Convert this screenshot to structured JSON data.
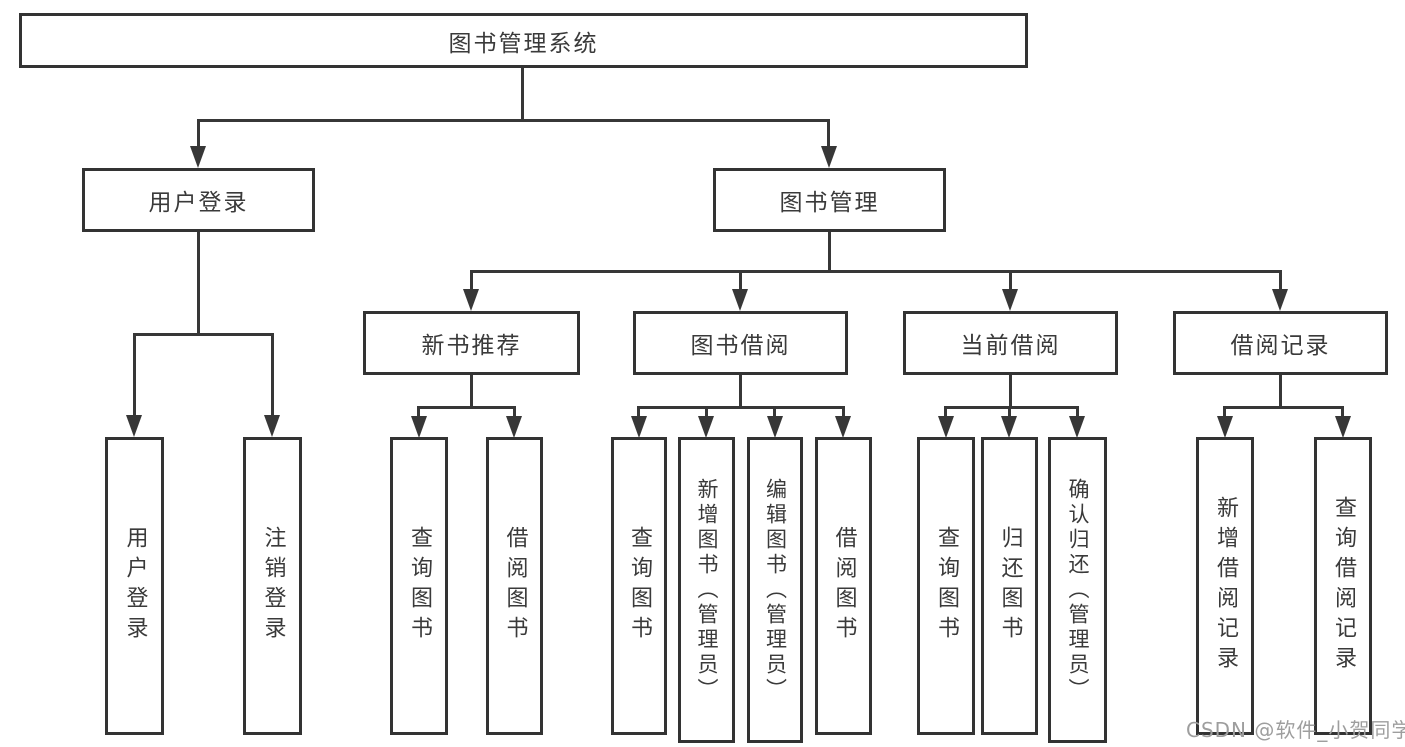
{
  "root": {
    "label": "图书管理系统"
  },
  "level2": {
    "user_login": {
      "label": "用户登录"
    },
    "book_mgmt": {
      "label": "图书管理"
    }
  },
  "level3": {
    "new_books": {
      "label": "新书推荐"
    },
    "book_borrow": {
      "label": "图书借阅"
    },
    "current_borrow": {
      "label": "当前借阅"
    },
    "borrow_records": {
      "label": "借阅记录"
    }
  },
  "leaves": {
    "user_login": [
      "用户登录",
      "注销登录"
    ],
    "new_books": [
      "查询图书",
      "借阅图书"
    ],
    "book_borrow": [
      "查询图书",
      "新增图书（管理员）",
      "编辑图书（管理员）",
      "借阅图书"
    ],
    "current_borrow": [
      "查询图书",
      "归还图书",
      "确认归还（管理员）"
    ],
    "borrow_records": [
      "新增借阅记录",
      "查询借阅记录"
    ]
  },
  "watermark": "CSDN @软件_小贺同学"
}
